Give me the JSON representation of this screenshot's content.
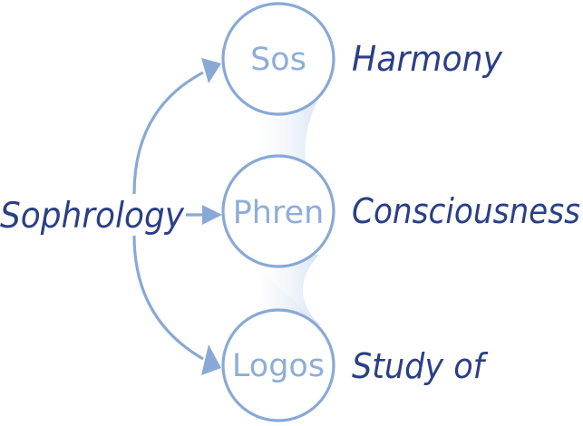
{
  "diagram": {
    "root_word": "Sophrology",
    "parts": [
      {
        "root": "Sos",
        "meaning": "Harmony"
      },
      {
        "root": "Phren",
        "meaning": "Consciousness"
      },
      {
        "root": "Logos",
        "meaning": "Study of"
      }
    ]
  },
  "colors": {
    "accent": "#88a9d6",
    "node_text": "#8eaed8",
    "label_text": "#2b3f86",
    "connector_fill": "#dfe8f6"
  }
}
